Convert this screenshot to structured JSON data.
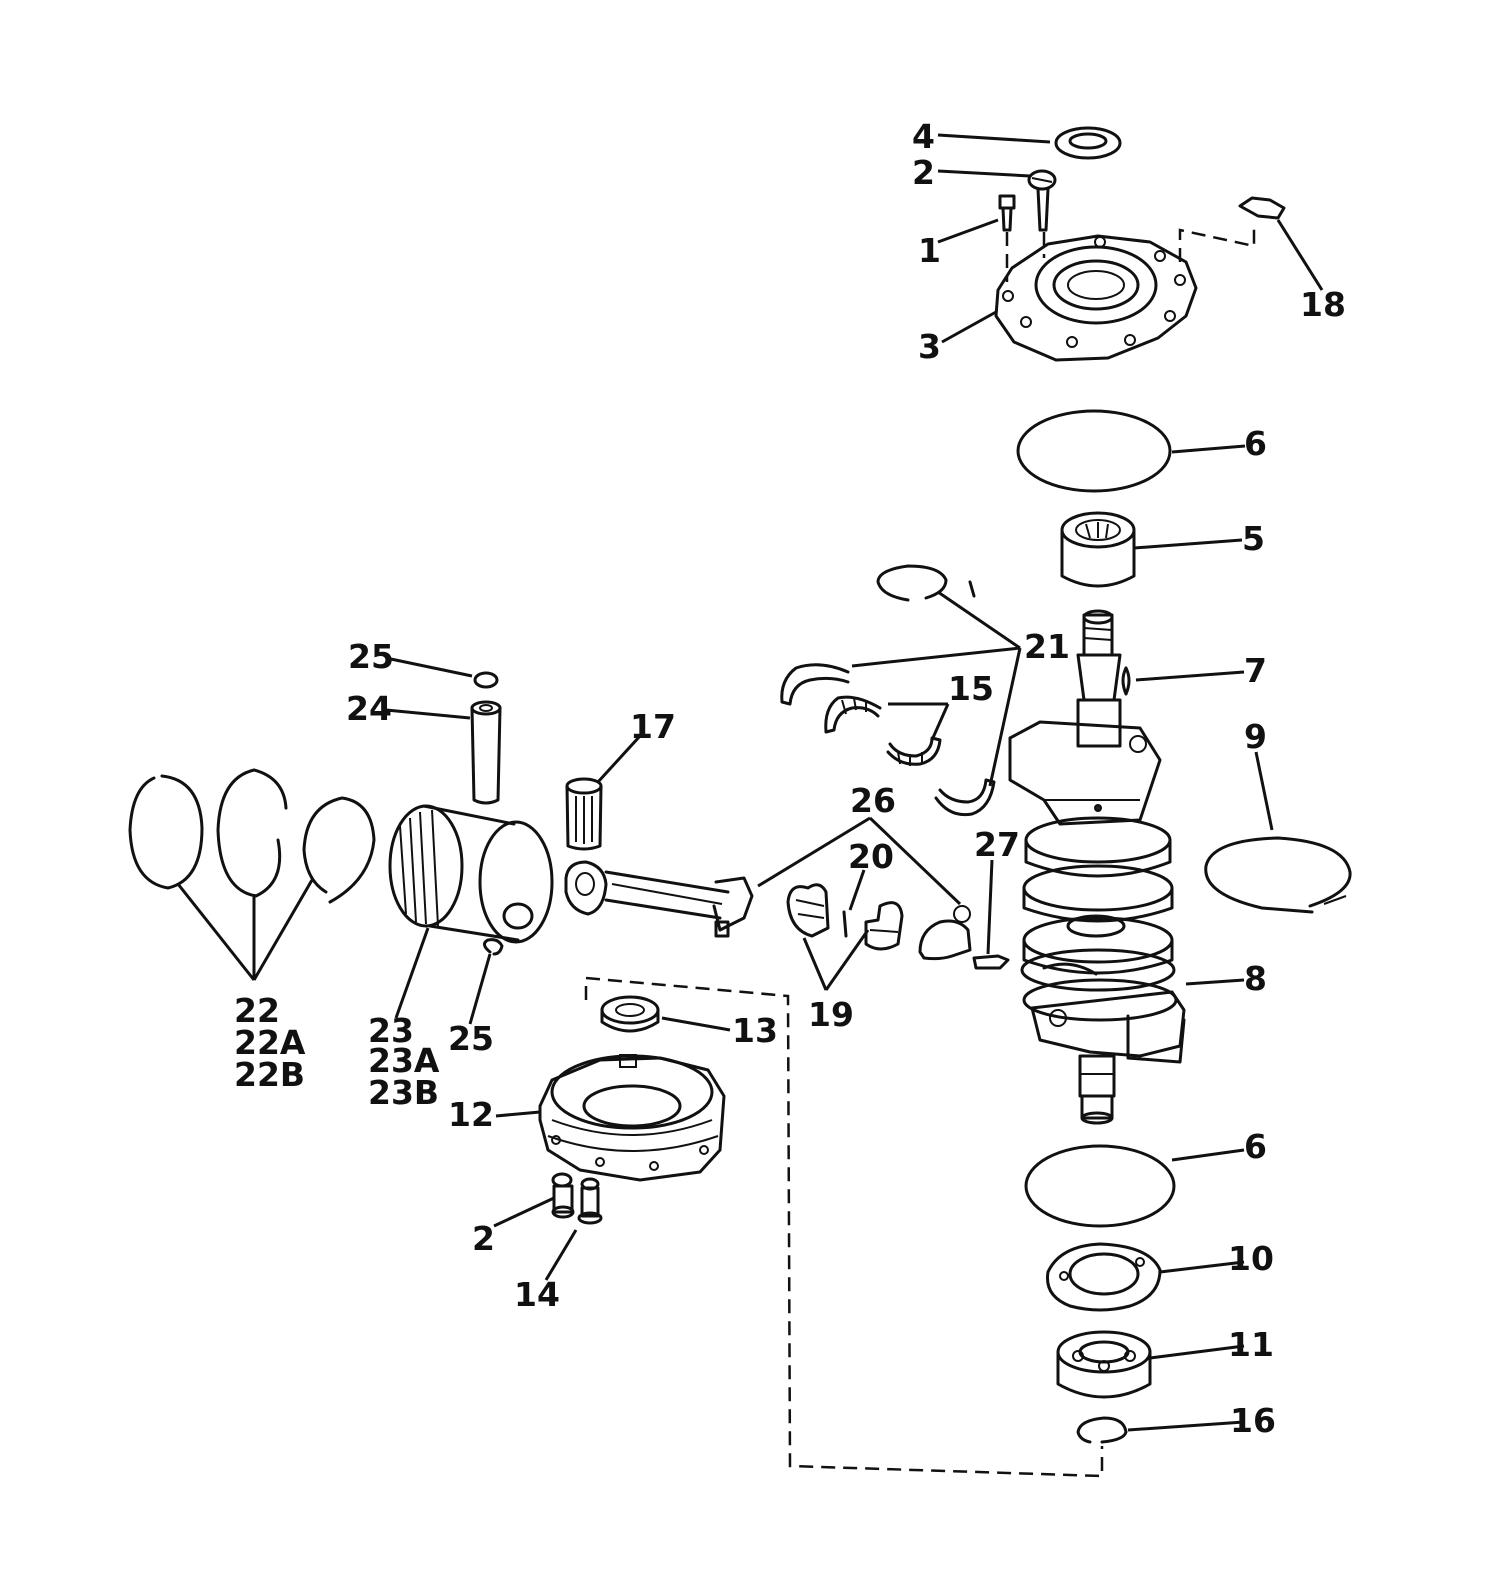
{
  "labels": {
    "l1": "1",
    "l2a": "2",
    "l2b": "2",
    "l3": "3",
    "l4": "4",
    "l5": "5",
    "l6a": "6",
    "l6b": "6",
    "l7": "7",
    "l8": "8",
    "l9": "9",
    "l10": "10",
    "l11": "11",
    "l12": "12",
    "l13": "13",
    "l14": "14",
    "l15": "15",
    "l16": "16",
    "l17": "17",
    "l18": "18",
    "l19": "19",
    "l20": "20",
    "l21": "21",
    "l22": "22",
    "l22a": "22A",
    "l22b": "22B",
    "l23": "23",
    "l23a": "23A",
    "l23b": "23B",
    "l24": "24",
    "l25a": "25",
    "l25b": "25",
    "l26": "26",
    "l27": "27"
  }
}
